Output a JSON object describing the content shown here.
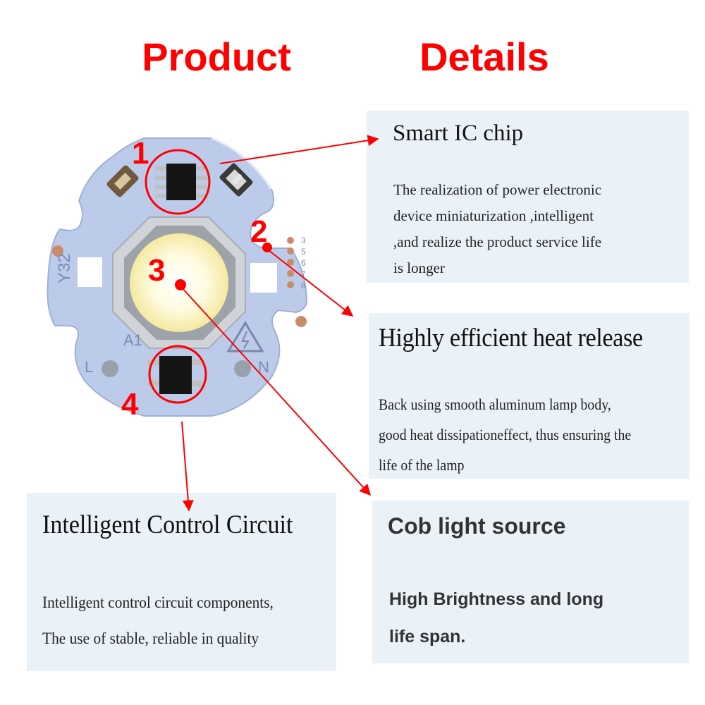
{
  "title": "Product    Details",
  "callouts": [
    {
      "number": "1"
    },
    {
      "number": "2"
    },
    {
      "number": "3"
    },
    {
      "number": "4"
    }
  ],
  "board": {
    "silkscreen": {
      "model": "Y32",
      "part": "A1",
      "left_pin": "L",
      "right_pin": "N",
      "resistor": "2R0",
      "side_marks": [
        "3",
        "5",
        "6",
        "7",
        "8"
      ]
    }
  },
  "features": {
    "ic_chip": {
      "heading": "Smart IC chip",
      "lines": [
        "The realization of power electronic",
        "device miniaturization ,intelligent",
        ",and realize the product service life",
        "is longer"
      ]
    },
    "heat": {
      "heading": "Highly efficient heat release",
      "lines": [
        "Back using smooth aluminum lamp body,",
        "good heat dissipationeffect, thus ensuring the",
        "life of the lamp"
      ]
    },
    "control": {
      "heading": "Intelligent Control Circuit",
      "lines": [
        "Intelligent control circuit components,",
        "The use of stable, reliable in quality"
      ]
    },
    "cob": {
      "heading": "Cob light source",
      "lines": [
        "High Brightness and  long",
        "life span."
      ]
    }
  },
  "colors": {
    "accent": "#ff0000",
    "board": "#b9c8e8",
    "panel": "#eaf2f8",
    "led": "#fff6b0"
  }
}
